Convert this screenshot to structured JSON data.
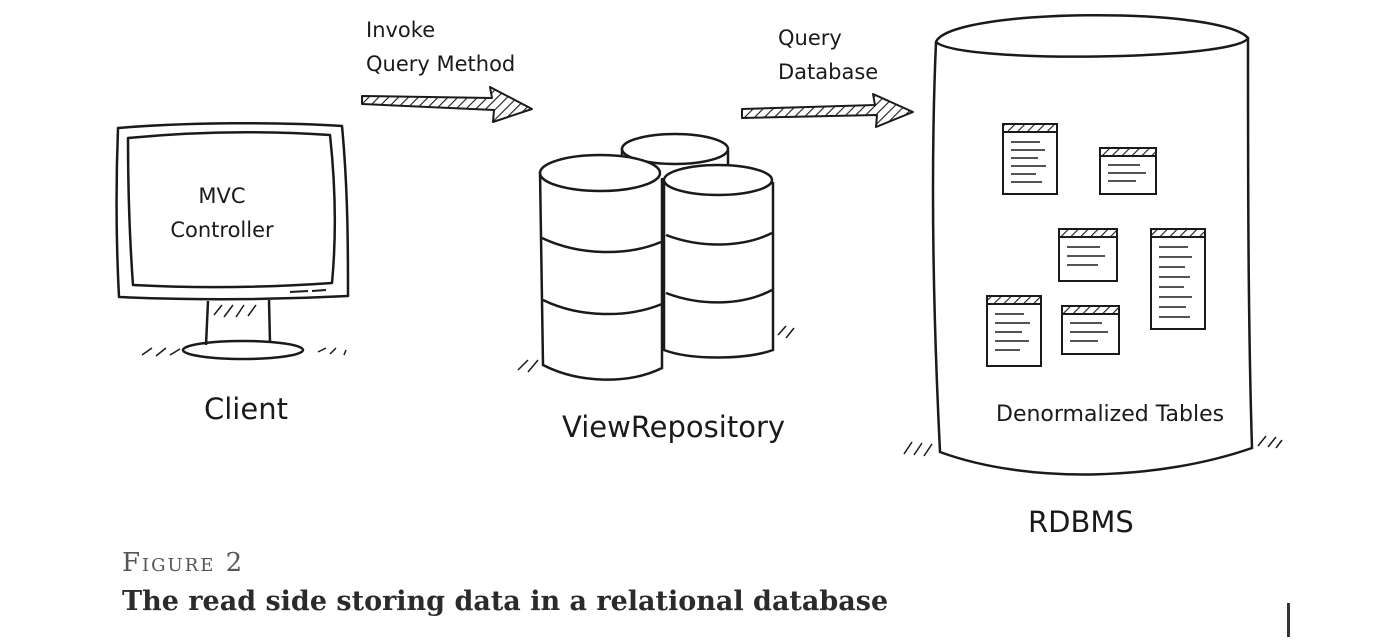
{
  "arrows": {
    "invoke": [
      "Invoke",
      "Query Method"
    ],
    "query_db": [
      "Query",
      "Database"
    ]
  },
  "client": {
    "screen_text": [
      "MVC",
      "Controller"
    ],
    "label": "Client"
  },
  "view_repository": {
    "label": "ViewRepository"
  },
  "rdbms": {
    "tables_caption": "Denormalized Tables",
    "label": "RDBMS"
  },
  "figure": {
    "number": "Figure 2",
    "caption": "The read side storing data in a relational database"
  }
}
